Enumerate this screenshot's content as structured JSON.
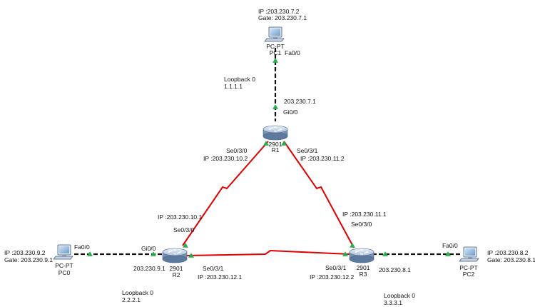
{
  "colors": {
    "serial": "#e00000",
    "ethernet": "#111111",
    "port": "#22b14c",
    "device": "#7b9ec8"
  },
  "devices": {
    "pc1": {
      "icon": "pc-icon",
      "model": "PC-PT",
      "name": "PC1",
      "ip": "IP :203.230.7.2",
      "gate": "Gate: 203.230.7.1"
    },
    "pc0": {
      "icon": "pc-icon",
      "model": "PC-PT",
      "name": "PC0",
      "ip": "IP :203.230.9.2",
      "gate": "Gate: 203.230.9.1"
    },
    "pc2": {
      "icon": "pc-icon",
      "model": "PC-PT",
      "name": "PC2",
      "ip": "IP :203.230.8.2",
      "gate": "Gate: 203.230.8.1"
    },
    "r1": {
      "icon": "router-icon",
      "model": "2901",
      "name": "R1",
      "loopback_title": "Loopback 0",
      "loopback_ip": "1.1.1.1"
    },
    "r2": {
      "icon": "router-icon",
      "model": "2901",
      "name": "R2",
      "loopback_title": "Loopback 0",
      "loopback_ip": "2.2.2.1"
    },
    "r3": {
      "icon": "router-icon",
      "model": "2901",
      "name": "R3",
      "loopback_title": "Loopback 0",
      "loopback_ip": "3.3.3.1"
    }
  },
  "ports": {
    "pc1_fa": "Fa0/0",
    "r1_gi": "Gi0/0",
    "r1_gi_ip": "203.230.7.1",
    "r1_se30": "Se0/3/0",
    "r1_se30_ip": "IP :203.230.10.2",
    "r1_se31": "Se0/3/1",
    "r1_se31_ip": "IP :203.230.11.2",
    "r2_se30_ip": "IP :203.230.10.1",
    "r2_se30": "Se0/3/0",
    "r2_gi": "Gi0/0",
    "r2_gi_ip": "203.230.9.1",
    "r2_se31": "Se0/3/1",
    "r2_se31_ip": "IP :203.230.12.1",
    "pc0_fa": "Fa0/0",
    "r3_se31_ip": "IP :203.230.11.1",
    "r3_se30": "Se0/3/0",
    "r3_se31": "Se0/3/1",
    "r3_se31b_ip": "IP :203.230.12.2",
    "r3_gi_ip": "203.230.8.1",
    "pc2_fa": "Fa0/0"
  }
}
